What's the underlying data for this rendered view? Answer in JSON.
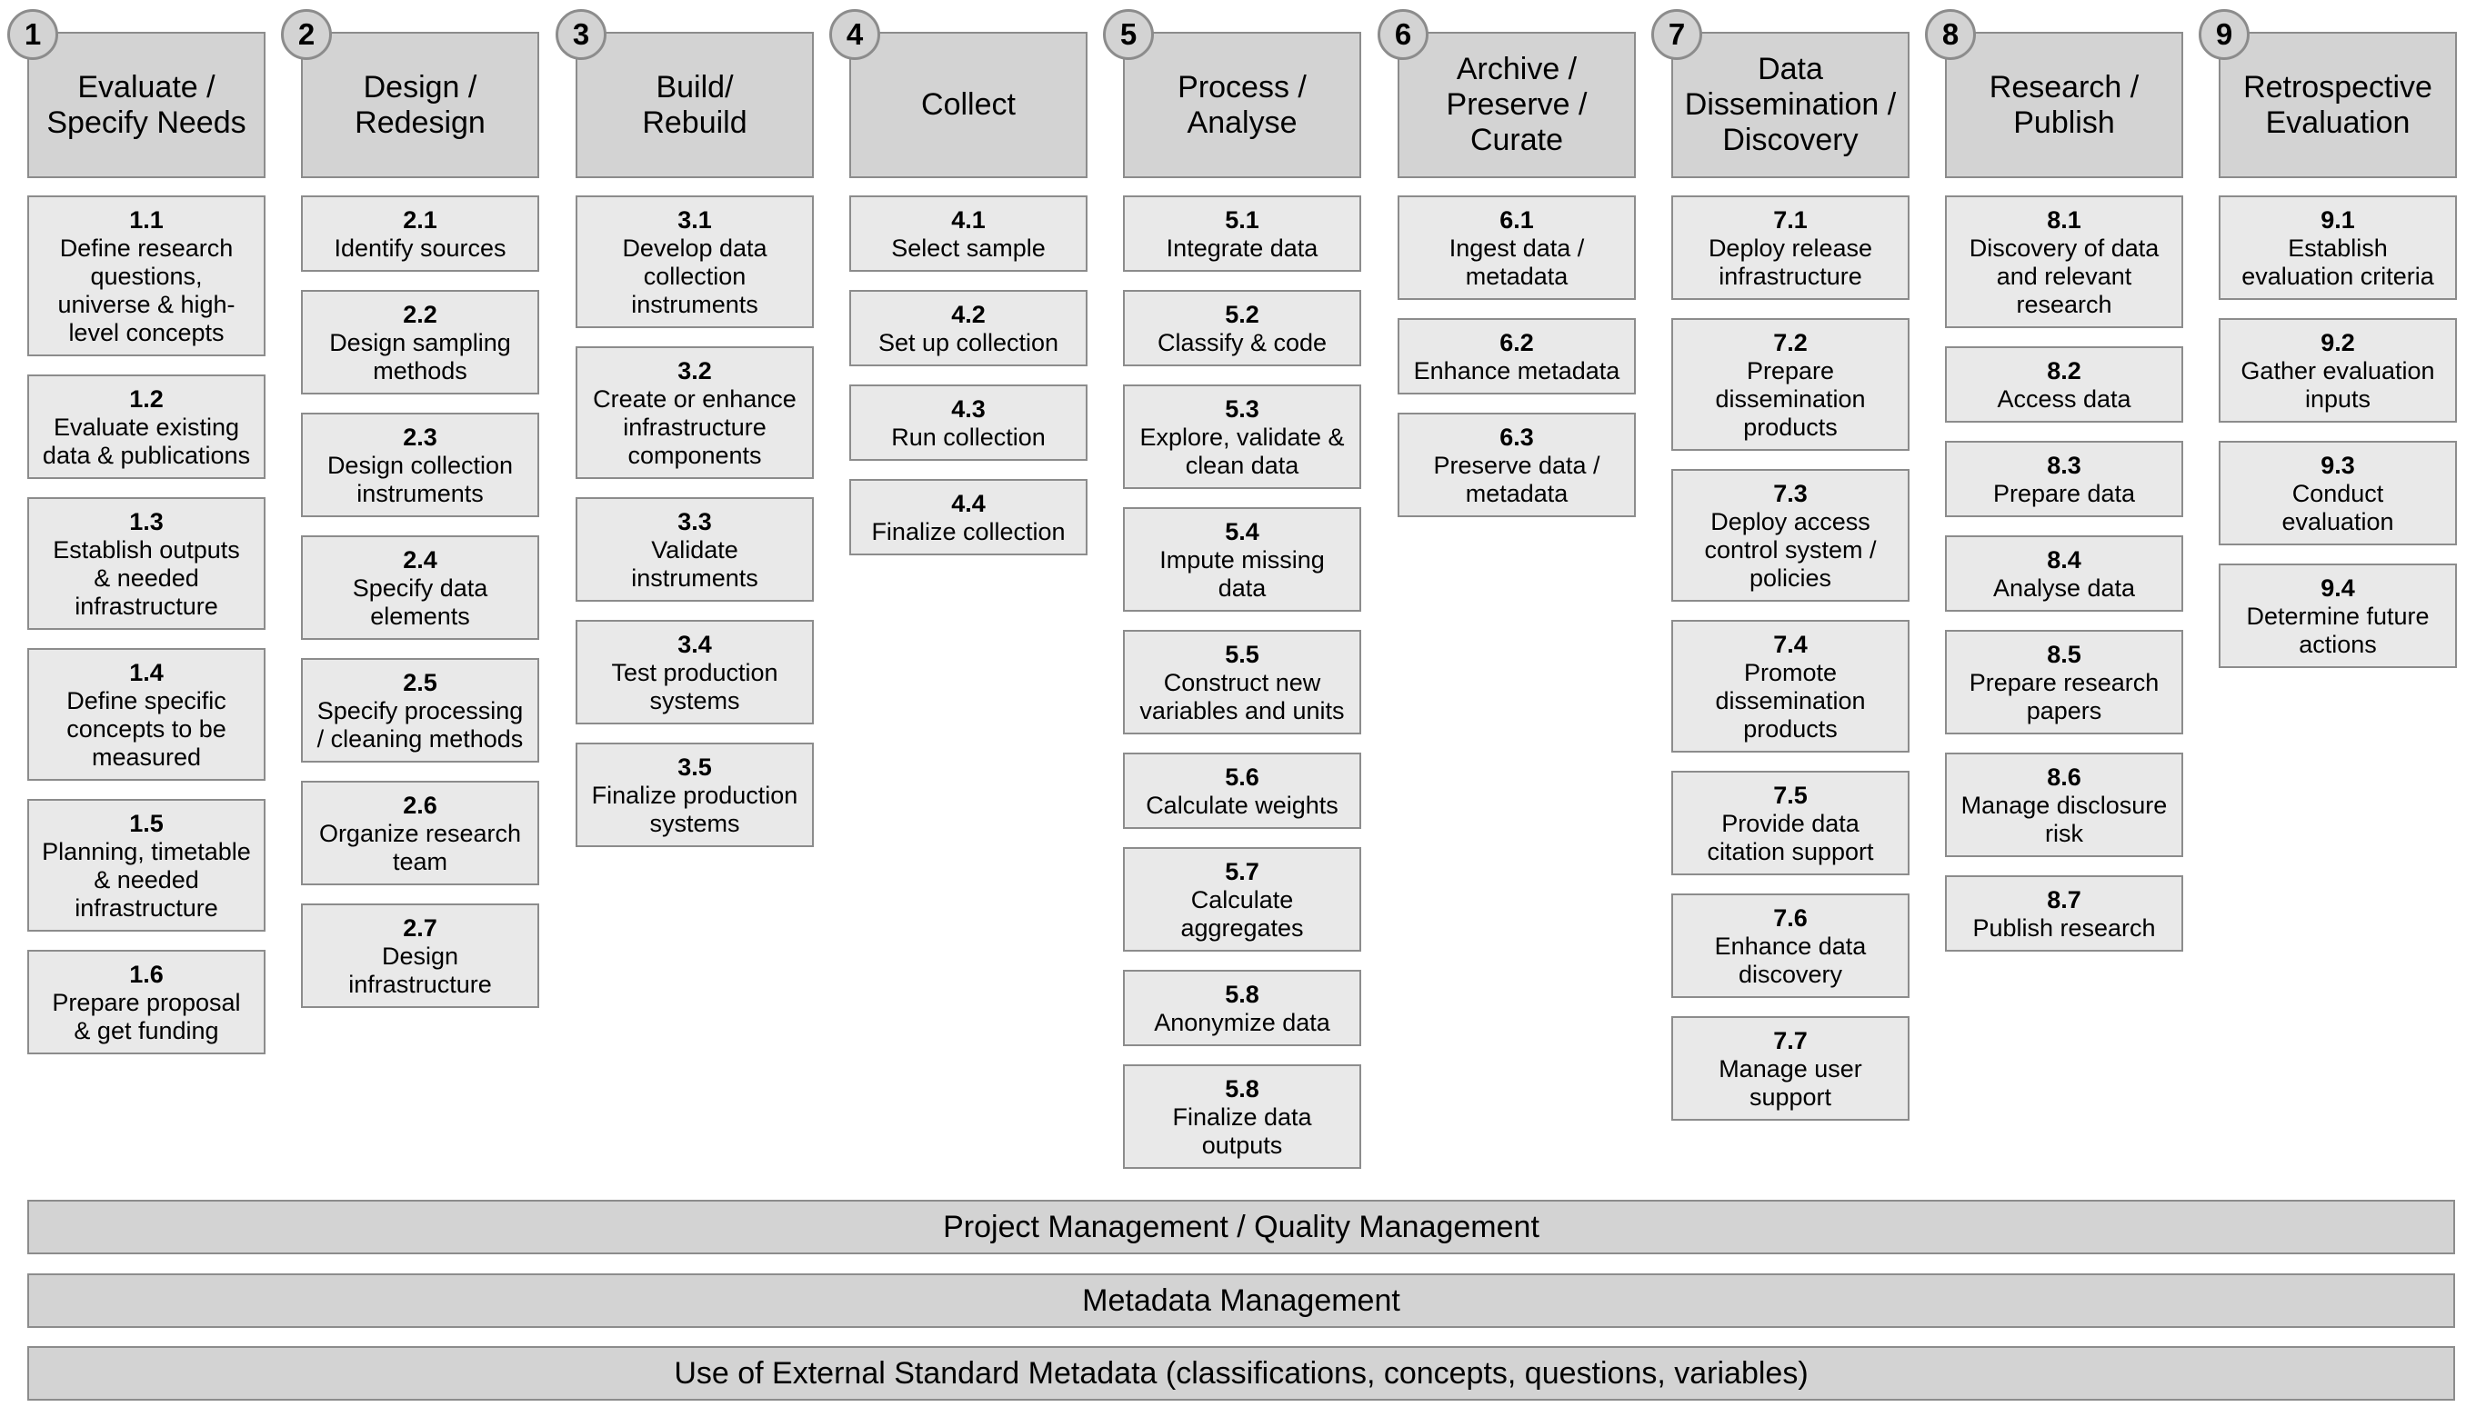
{
  "phases": [
    {
      "number": "1",
      "title": "Evaluate /\nSpecify Needs",
      "steps": [
        {
          "number": "1.1",
          "label": "Define research\nquestions,\nuniverse & high-\nlevel concepts"
        },
        {
          "number": "1.2",
          "label": "Evaluate existing\ndata & publications"
        },
        {
          "number": "1.3",
          "label": "Establish outputs\n& needed\ninfrastructure"
        },
        {
          "number": "1.4",
          "label": "Define specific\nconcepts to be\nmeasured"
        },
        {
          "number": "1.5",
          "label": "Planning, timetable\n& needed\ninfrastructure"
        },
        {
          "number": "1.6",
          "label": "Prepare proposal\n& get funding"
        }
      ]
    },
    {
      "number": "2",
      "title": "Design /\nRedesign",
      "steps": [
        {
          "number": "2.1",
          "label": "Identify sources"
        },
        {
          "number": "2.2",
          "label": "Design sampling\nmethods"
        },
        {
          "number": "2.3",
          "label": "Design collection\ninstruments"
        },
        {
          "number": "2.4",
          "label": "Specify data\nelements"
        },
        {
          "number": "2.5",
          "label": "Specify processing\n/ cleaning methods"
        },
        {
          "number": "2.6",
          "label": "Organize research\nteam"
        },
        {
          "number": "2.7",
          "label": "Design\ninfrastructure"
        }
      ]
    },
    {
      "number": "3",
      "title": "Build/\nRebuild",
      "steps": [
        {
          "number": "3.1",
          "label": "Develop data\ncollection\ninstruments"
        },
        {
          "number": "3.2",
          "label": "Create or enhance\ninfrastructure\ncomponents"
        },
        {
          "number": "3.3",
          "label": "Validate\ninstruments"
        },
        {
          "number": "3.4",
          "label": "Test production\nsystems"
        },
        {
          "number": "3.5",
          "label": "Finalize production\nsystems"
        }
      ]
    },
    {
      "number": "4",
      "title": "Collect",
      "steps": [
        {
          "number": "4.1",
          "label": "Select sample"
        },
        {
          "number": "4.2",
          "label": "Set up collection"
        },
        {
          "number": "4.3",
          "label": "Run collection"
        },
        {
          "number": "4.4",
          "label": "Finalize collection"
        }
      ]
    },
    {
      "number": "5",
      "title": "Process /\nAnalyse",
      "steps": [
        {
          "number": "5.1",
          "label": "Integrate data"
        },
        {
          "number": "5.2",
          "label": "Classify & code"
        },
        {
          "number": "5.3",
          "label": "Explore, validate &\nclean data"
        },
        {
          "number": "5.4",
          "label": "Impute missing\ndata"
        },
        {
          "number": "5.5",
          "label": "Construct new\nvariables and units"
        },
        {
          "number": "5.6",
          "label": "Calculate weights"
        },
        {
          "number": "5.7",
          "label": "Calculate\naggregates"
        },
        {
          "number": "5.8",
          "label": "Anonymize data"
        },
        {
          "number": "5.8",
          "label": "Finalize data\noutputs"
        }
      ]
    },
    {
      "number": "6",
      "title": "Archive /\nPreserve /\nCurate",
      "steps": [
        {
          "number": "6.1",
          "label": "Ingest data /\nmetadata"
        },
        {
          "number": "6.2",
          "label": "Enhance metadata"
        },
        {
          "number": "6.3",
          "label": "Preserve data /\nmetadata"
        }
      ]
    },
    {
      "number": "7",
      "title": "Data\nDissemination /\nDiscovery",
      "steps": [
        {
          "number": "7.1",
          "label": "Deploy release\ninfrastructure"
        },
        {
          "number": "7.2",
          "label": "Prepare\ndissemination\nproducts"
        },
        {
          "number": "7.3",
          "label": "Deploy access\ncontrol system /\npolicies"
        },
        {
          "number": "7.4",
          "label": "Promote\ndissemination\nproducts"
        },
        {
          "number": "7.5",
          "label": "Provide data\ncitation support"
        },
        {
          "number": "7.6",
          "label": "Enhance data\ndiscovery"
        },
        {
          "number": "7.7",
          "label": "Manage user\nsupport"
        }
      ]
    },
    {
      "number": "8",
      "title": "Research /\nPublish",
      "steps": [
        {
          "number": "8.1",
          "label": "Discovery of data\nand relevant\nresearch"
        },
        {
          "number": "8.2",
          "label": "Access data"
        },
        {
          "number": "8.3",
          "label": "Prepare data"
        },
        {
          "number": "8.4",
          "label": "Analyse data"
        },
        {
          "number": "8.5",
          "label": "Prepare research\npapers"
        },
        {
          "number": "8.6",
          "label": "Manage disclosure\nrisk"
        },
        {
          "number": "8.7",
          "label": "Publish research"
        }
      ]
    },
    {
      "number": "9",
      "title": "Retrospective\nEvaluation",
      "steps": [
        {
          "number": "9.1",
          "label": "Establish\nevaluation criteria"
        },
        {
          "number": "9.2",
          "label": "Gather evaluation\ninputs"
        },
        {
          "number": "9.3",
          "label": "Conduct\nevaluation"
        },
        {
          "number": "9.4",
          "label": "Determine future\nactions"
        }
      ]
    }
  ],
  "bands": [
    {
      "label": "Project Management / Quality Management"
    },
    {
      "label": "Metadata Management"
    },
    {
      "label": "Use of External Standard Metadata (classifications, concepts, questions, variables)"
    }
  ]
}
